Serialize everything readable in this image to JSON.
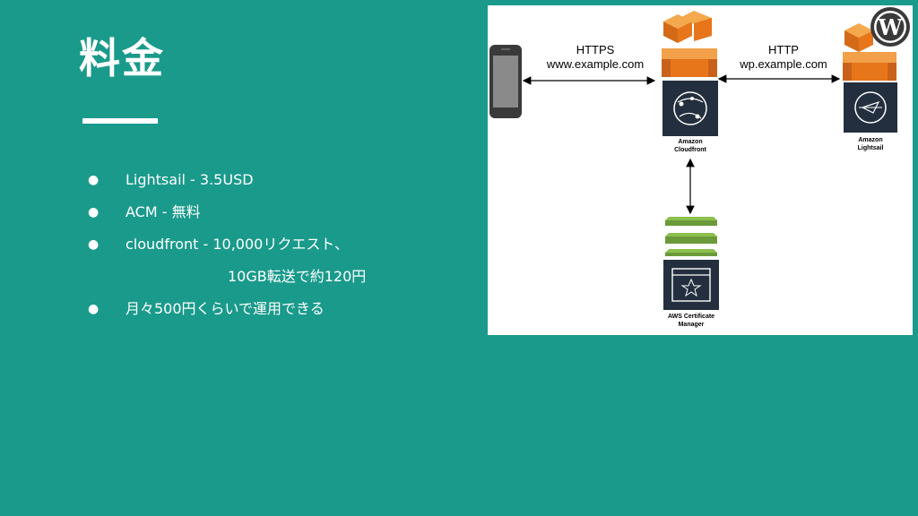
{
  "slide": {
    "title": "料金",
    "bullets": [
      {
        "marker": "●",
        "text": "Lightsail - 3.5USD"
      },
      {
        "marker": "●",
        "text": "ACM - 無料"
      },
      {
        "marker": "●",
        "text": "cloudfront - 10,000リクエスト、"
      },
      {
        "marker": "",
        "text": "10GB転送で約120円"
      },
      {
        "marker": "●",
        "text": "月々500円くらいで運用できる"
      }
    ]
  },
  "diagram": {
    "left_link": {
      "protocol": "HTTPS",
      "domain": "www.example.com"
    },
    "right_link": {
      "protocol": "HTTP",
      "domain": "wp.example.com"
    },
    "cloudfront": {
      "line1": "Amazon",
      "line2": "Cloudfront"
    },
    "lightsail": {
      "line1": "Amazon",
      "line2": "Lightsail"
    },
    "acm": {
      "line1": "AWS Certificate",
      "line2": "Manager"
    },
    "icons": [
      "smartphone-icon",
      "aws-stack-icon",
      "cloudfront-icon",
      "lightsail-icon",
      "wordpress-logo-icon",
      "acm-icon"
    ],
    "colors": {
      "background": "#1a9a8b",
      "aws_orange": "#e7761b",
      "acm_green": "#6b9a3a",
      "service_navy": "#232f3e"
    }
  }
}
